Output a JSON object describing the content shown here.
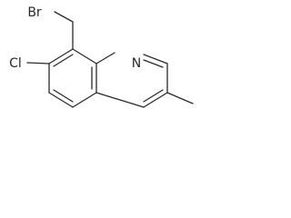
{
  "molecule": {
    "atoms": {
      "bromine": "Br",
      "chlorine": "Cl",
      "nitrogen": "N"
    }
  }
}
